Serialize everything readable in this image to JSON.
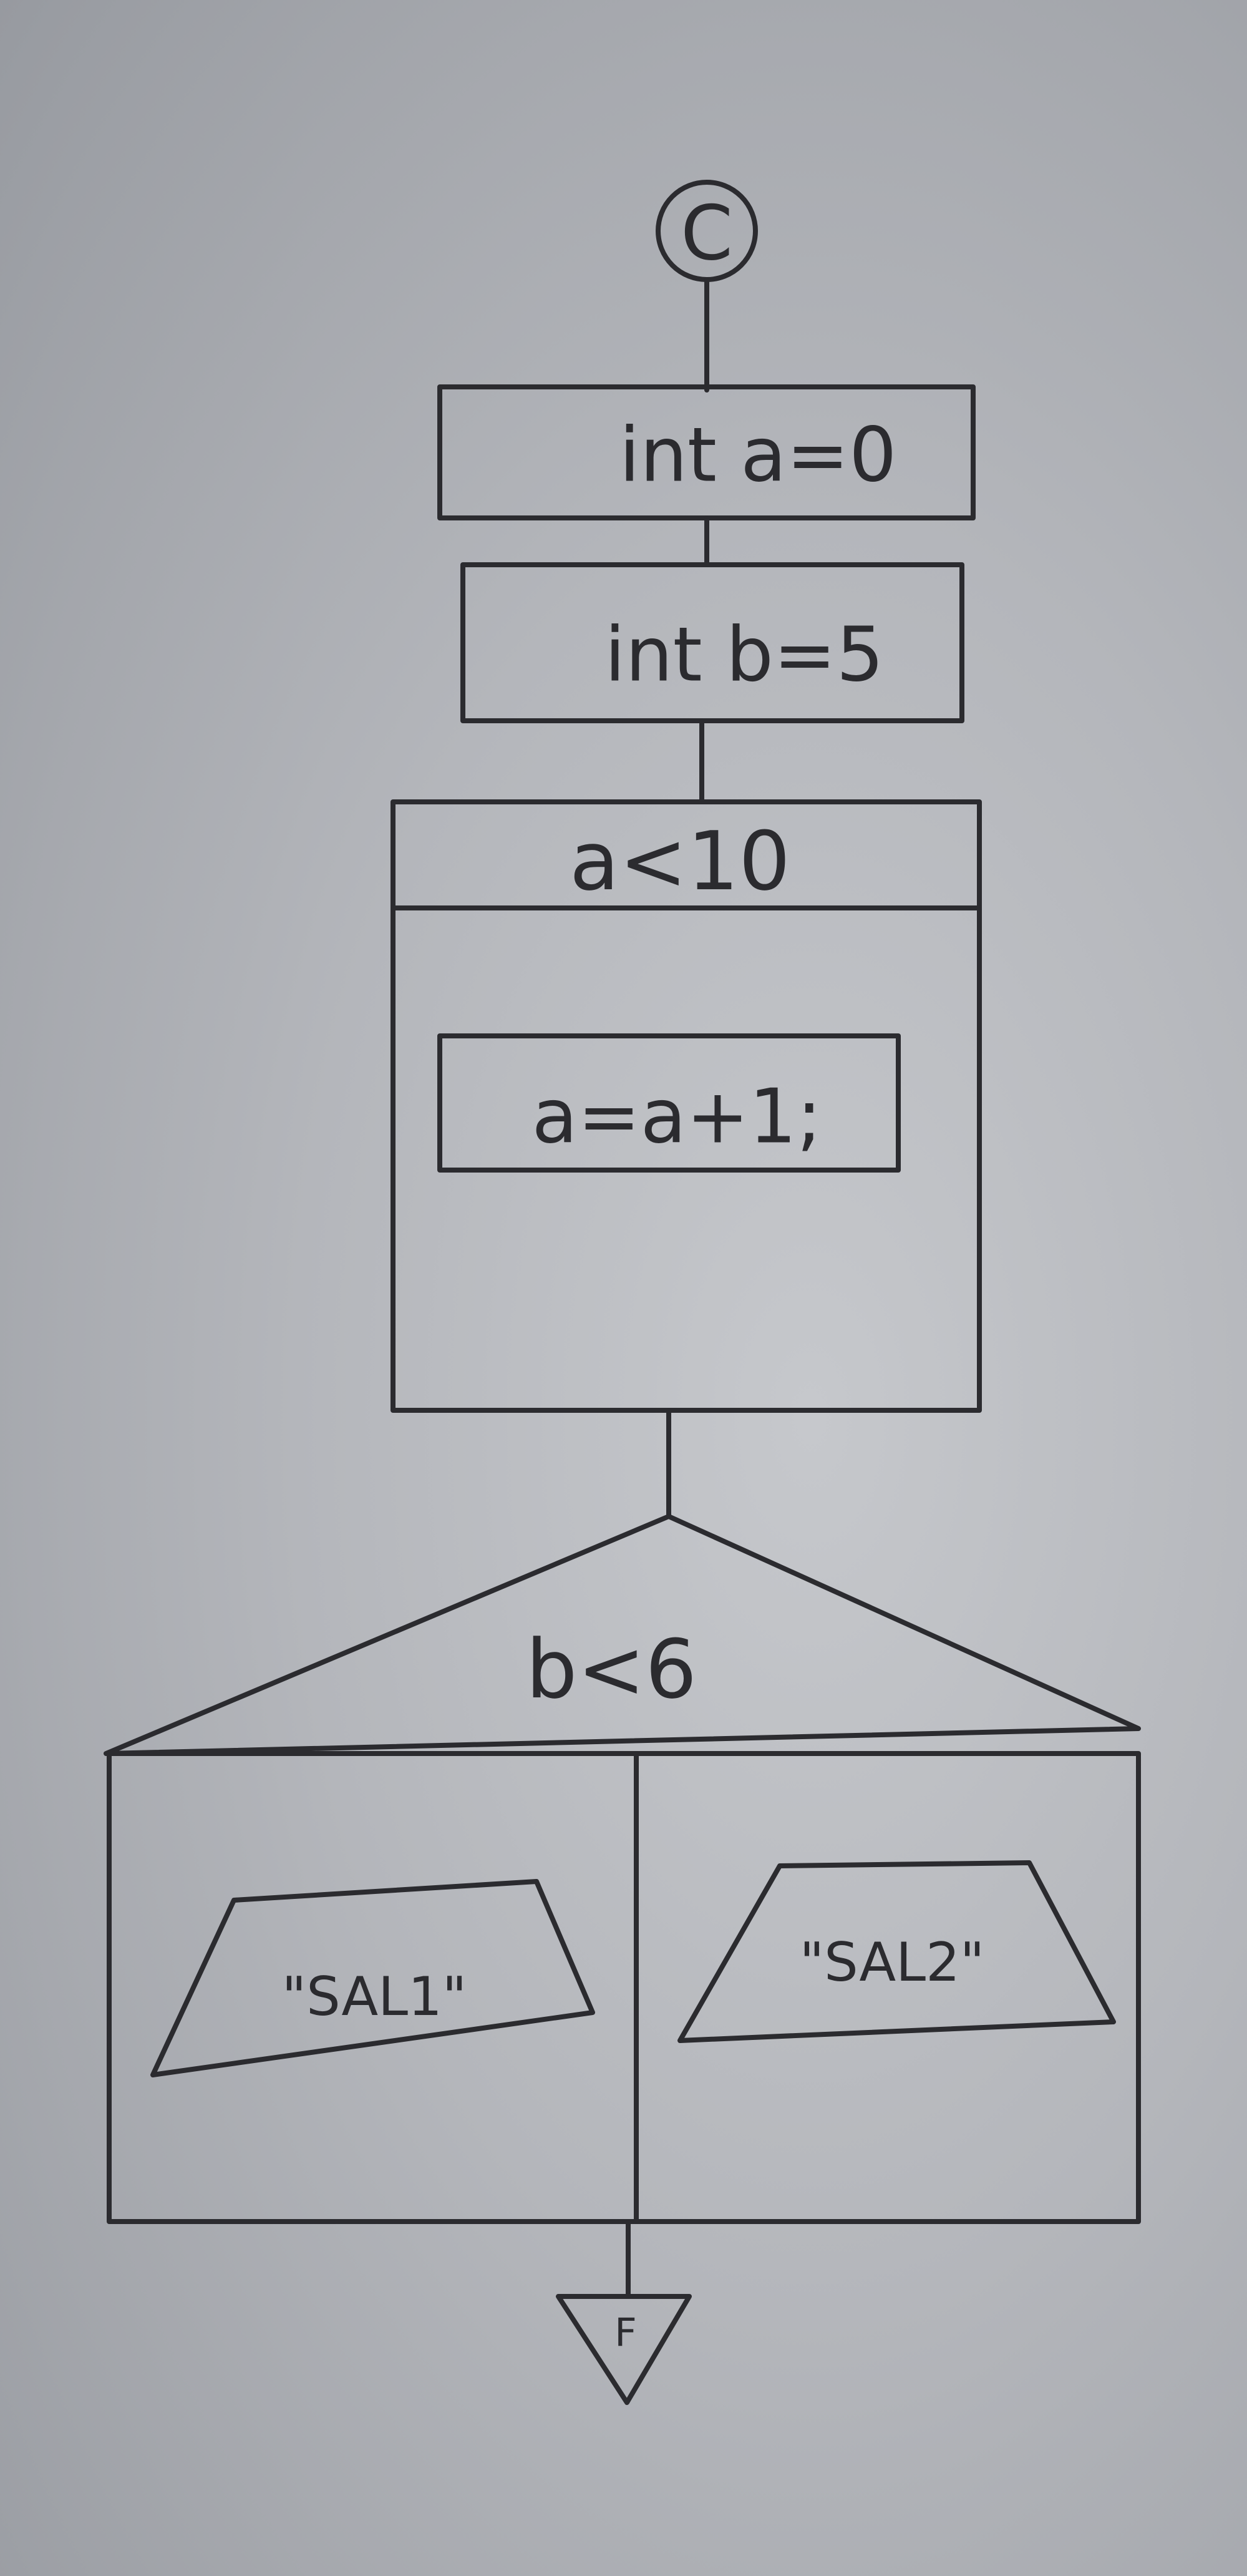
{
  "start_connector": "C",
  "statements": [
    {
      "text": "int a=0"
    },
    {
      "text": "int b=5"
    }
  ],
  "loop": {
    "condition": "a<10",
    "body": "a=a+1;"
  },
  "decision": {
    "condition": "b<6",
    "left_output": "\"SAL1\"",
    "right_output": "\"SAL2\""
  },
  "end_connector": "F"
}
